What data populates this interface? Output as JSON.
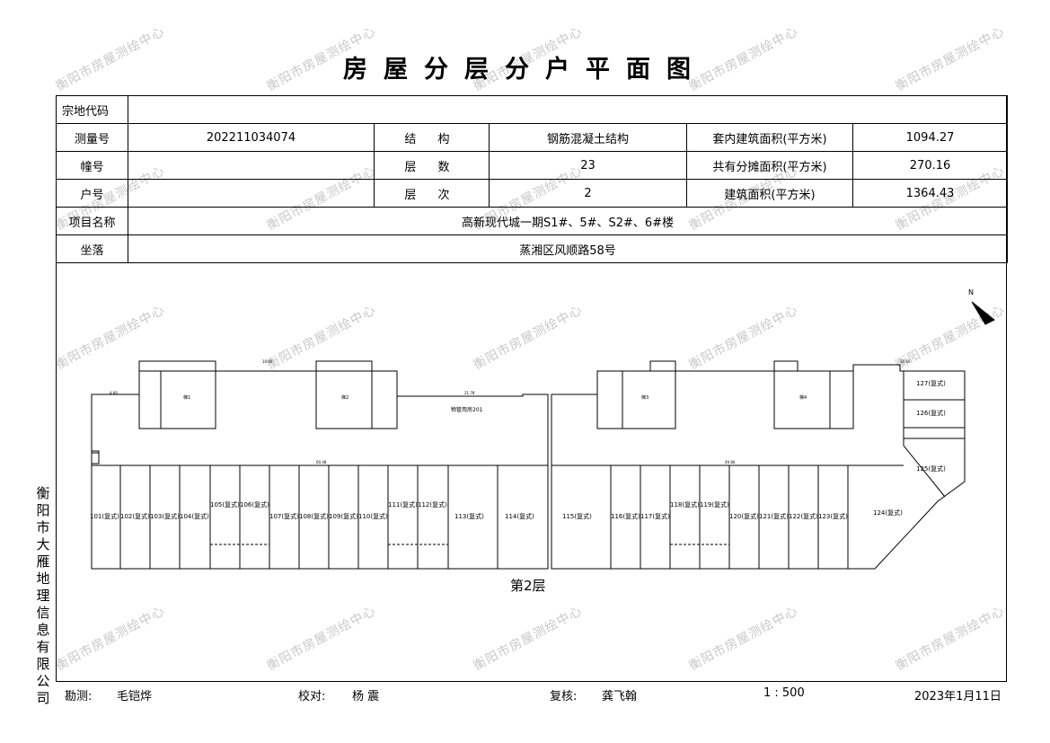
{
  "title": "房屋分层分户平面图",
  "watermark": "衡阳市房屋测绘中心",
  "info": {
    "parcel_code_label": "宗地代码",
    "parcel_code_value": "",
    "survey_no_label": "测量号",
    "survey_no_value": "202211034074",
    "structure_label": "结 构",
    "structure_value": "钢筋混凝土结构",
    "inner_area_label": "套内建筑面积(平方米)",
    "inner_area_value": "1094.27",
    "building_label": "幢号",
    "building_value": "",
    "floors_label": "层 数",
    "floors_value": "23",
    "shared_area_label": "共有分摊面积(平方米)",
    "shared_area_value": "270.16",
    "unit_label": "户号",
    "unit_value": "",
    "floor_label": "层 次",
    "floor_value": "2",
    "build_area_label": "建筑面积(平方米)",
    "build_area_value": "1364.43",
    "project_label": "项目名称",
    "project_value": "高新现代城一期S1#、5#、S2#、6#楼",
    "location_label": "坐落",
    "location_value": "蒸湘区风顺路58号"
  },
  "plan": {
    "floor_caption": "第2层",
    "north": "N",
    "property_room": "物管用房201",
    "stair_labels": [
      "梯1",
      "梯2",
      "梯3",
      "梯4"
    ],
    "units_left": [
      "101(复式)",
      "102(复式)",
      "103(复式)",
      "104(复式)",
      "105(复式)",
      "106(复式)",
      "107(复式)",
      "108(复式)",
      "109(复式)",
      "110(复式)",
      "111(复式)",
      "112(复式)",
      "113(复式)",
      "114(复式)"
    ],
    "units_right": [
      "115(复式)",
      "116(复式)",
      "117(复式)",
      "118(复式)",
      "119(复式)",
      "120(复式)",
      "121(复式)",
      "122(复式)",
      "123(复式)"
    ],
    "unit_124": "124(复式)",
    "unit_125a": "125(复式)",
    "unit_126": "126(复式)",
    "unit_127": "127(复式)"
  },
  "organization": "衡阳市大雁地理信息有限公司",
  "footer": {
    "surveyor_label": "勘测:",
    "surveyor": "毛铠烨",
    "checker_label": "校对:",
    "checker": "杨 震",
    "reviewer_label": "复核:",
    "reviewer": "龚飞翰",
    "scale": "1 : 500",
    "date": "2023年1月11日"
  }
}
